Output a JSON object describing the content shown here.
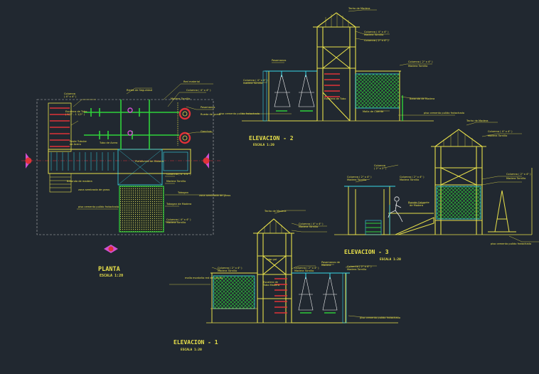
{
  "colors": {
    "background": "#212830",
    "yellow": "#e8e04a",
    "green": "#2fd33a",
    "red": "#e03238",
    "white": "#f2f2f2",
    "cyan": "#38d8e8",
    "magenta": "#d04fd0",
    "gray": "#b8b8b8"
  },
  "views": {
    "planta": {
      "title": "PLANTA",
      "scale": "ESCALA 1:20"
    },
    "elev2": {
      "title": "ELEVACION - 2",
      "scale": "ESCALA 1:20"
    },
    "elev3": {
      "title": "ELEVACION - 3",
      "scale": "ESCALA 1:20"
    },
    "elev1": {
      "title": "ELEVACION - 1",
      "scale": "ESCALA 1:20"
    }
  },
  "labels": {
    "techo_madera": "Techo de Madera",
    "columna_4x4": "Columna ( 4\" x 4\" )",
    "madera_tornillo": "Madera Tornillo",
    "columna_2x4": "Columna ( 2\" x 4\" )",
    "red_cuerda": "Red de cuerda",
    "piso_cemento": "piso cemento pulido frotachado",
    "baranda": "Baranda",
    "escalera": "Escalera",
    "tobogan": "Tobogan",
    "rueda_goma": "Rueda de Goma",
    "pasamanos": "Pasamanos",
    "zona_grass": "zona sembrada de grass"
  }
}
